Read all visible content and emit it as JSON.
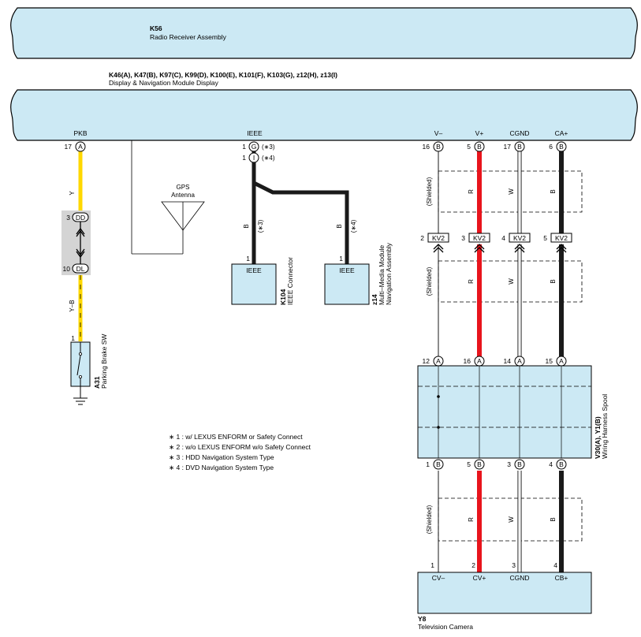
{
  "colors": {
    "component_fill": "#cce9f4",
    "wire_yellow": "#ffd800",
    "wire_red": "#e8141c",
    "wire_black": "#1a1a1a",
    "wire_white": "#f2f2f2",
    "joint_gray": "#d4d4d4"
  },
  "radio": {
    "code": "K56",
    "name": "Radio Receiver Assembly"
  },
  "display": {
    "code": "K46(A), K47(B), K97(C), K99(D), K100(E), K101(F), K103(G), z12(H), z13(I)",
    "name": "Display & Navigation Module Display",
    "pin_labels": {
      "pkb": "PKB",
      "ieee": "IEEE",
      "vminus": "V–",
      "vplus": "V+",
      "cgnd": "CGND",
      "caplus": "CA+"
    }
  },
  "pins": {
    "pkb": {
      "num": "17",
      "conn": "A"
    },
    "ieee1": {
      "num": "1",
      "conn": "G",
      "note": "(∗3)"
    },
    "ieee2": {
      "num": "1",
      "conn": "I",
      "note": "(∗4)"
    },
    "vminus": {
      "num": "16",
      "conn": "B"
    },
    "vplus": {
      "num": "5",
      "conn": "B"
    },
    "cgnd": {
      "num": "17",
      "conn": "B"
    },
    "caplus": {
      "num": "6",
      "conn": "B"
    }
  },
  "wire_colors": {
    "yellow": "Y",
    "yellow_black": "Y–B",
    "black": "B",
    "red": "R",
    "white": "W"
  },
  "notes": {
    "star3": "(∗3)",
    "star4": "(∗4)"
  },
  "joint": {
    "dd_num": "3",
    "dd": "DD",
    "dl_num": "10",
    "dl": "DL"
  },
  "gps": {
    "line1": "GPS",
    "line2": "Antenna"
  },
  "k104": {
    "code": "K104",
    "name": "IEEE Connector",
    "label": "IEEE",
    "pin": "1"
  },
  "z14": {
    "code": "z14",
    "line1": "Multi–Media Module",
    "line2": "Navigation Assembly",
    "label": "IEEE",
    "pin": "1"
  },
  "a31": {
    "code": "A31",
    "name": "Parking Brake SW",
    "pin": "1"
  },
  "shielded": "(Shielded)",
  "kv2": {
    "label": "KV2",
    "pins": [
      "2",
      "3",
      "4",
      "5"
    ]
  },
  "spool": {
    "code": "V30(A), Y1(B)",
    "name": "Wiring Harness Spool",
    "top_pins": [
      {
        "num": "12",
        "conn": "A"
      },
      {
        "num": "16",
        "conn": "A"
      },
      {
        "num": "14",
        "conn": "A"
      },
      {
        "num": "15",
        "conn": "A"
      }
    ],
    "bottom_pins": [
      {
        "num": "1",
        "conn": "B"
      },
      {
        "num": "5",
        "conn": "B"
      },
      {
        "num": "3",
        "conn": "B"
      },
      {
        "num": "4",
        "conn": "B"
      }
    ]
  },
  "camera": {
    "code": "Y8",
    "name": "Television Camera",
    "pin_nums": [
      "1",
      "2",
      "3",
      "4"
    ],
    "pin_labels": [
      "CV–",
      "CV+",
      "CGND",
      "CB+"
    ]
  },
  "legend": [
    "∗ 1 : w/ LEXUS ENFORM or Safety Connect",
    "∗ 2 : w/o LEXUS ENFORM w/o Safety Connect",
    "∗ 3 : HDD Navigation System Type",
    "∗ 4 : DVD Navigation System Type"
  ]
}
